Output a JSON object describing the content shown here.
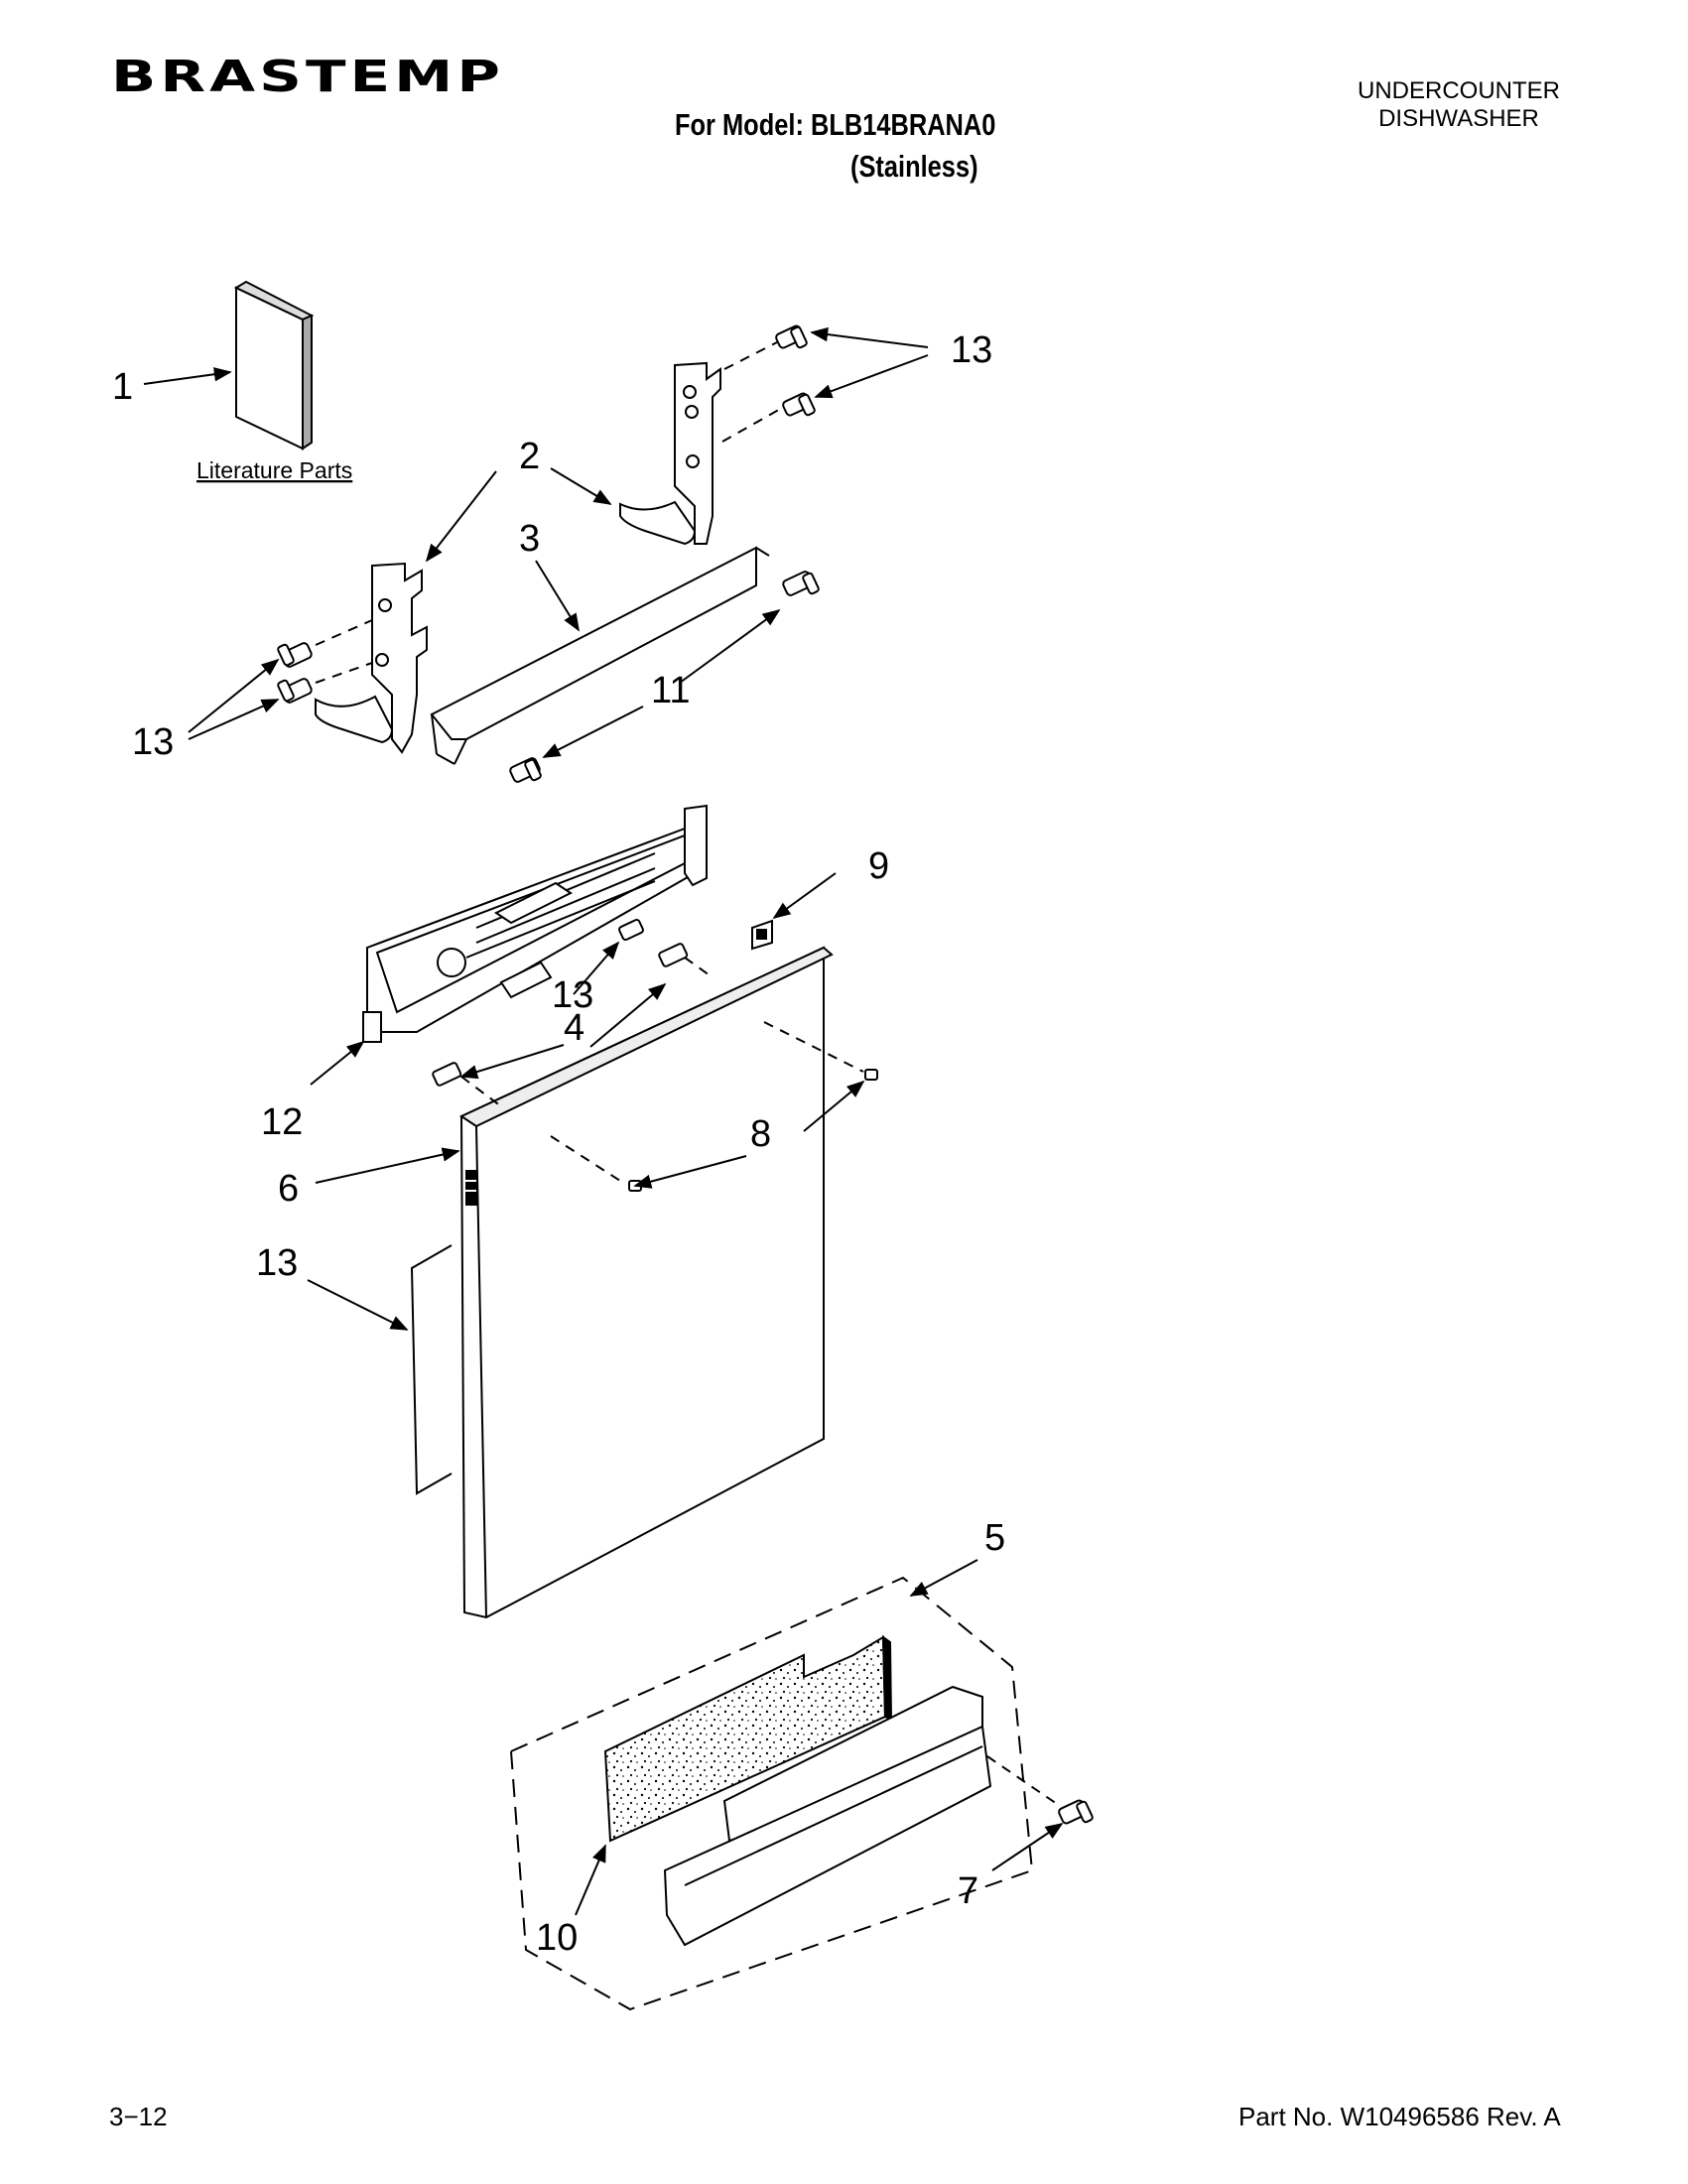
{
  "header": {
    "brand": "BRASTEMP",
    "model_line": "For Model: BLB14BRANA0",
    "variant_line": "(Stainless)",
    "product_type_line1": "UNDERCOUNTER",
    "product_type_line2": "DISHWASHER"
  },
  "footer": {
    "page_number": "3−12",
    "part_number": "Part No. W10496586 Rev. A"
  },
  "diagram": {
    "literature_label": "Literature Parts",
    "callouts": {
      "c1": "1",
      "c2": "2",
      "c3": "3",
      "c4": "4",
      "c5": "5",
      "c6": "6",
      "c7": "7",
      "c8": "8",
      "c9": "9",
      "c10": "10",
      "c11": "11",
      "c12": "12",
      "c13a": "13",
      "c13b": "13",
      "c13c": "13",
      "c13d": "13"
    }
  }
}
